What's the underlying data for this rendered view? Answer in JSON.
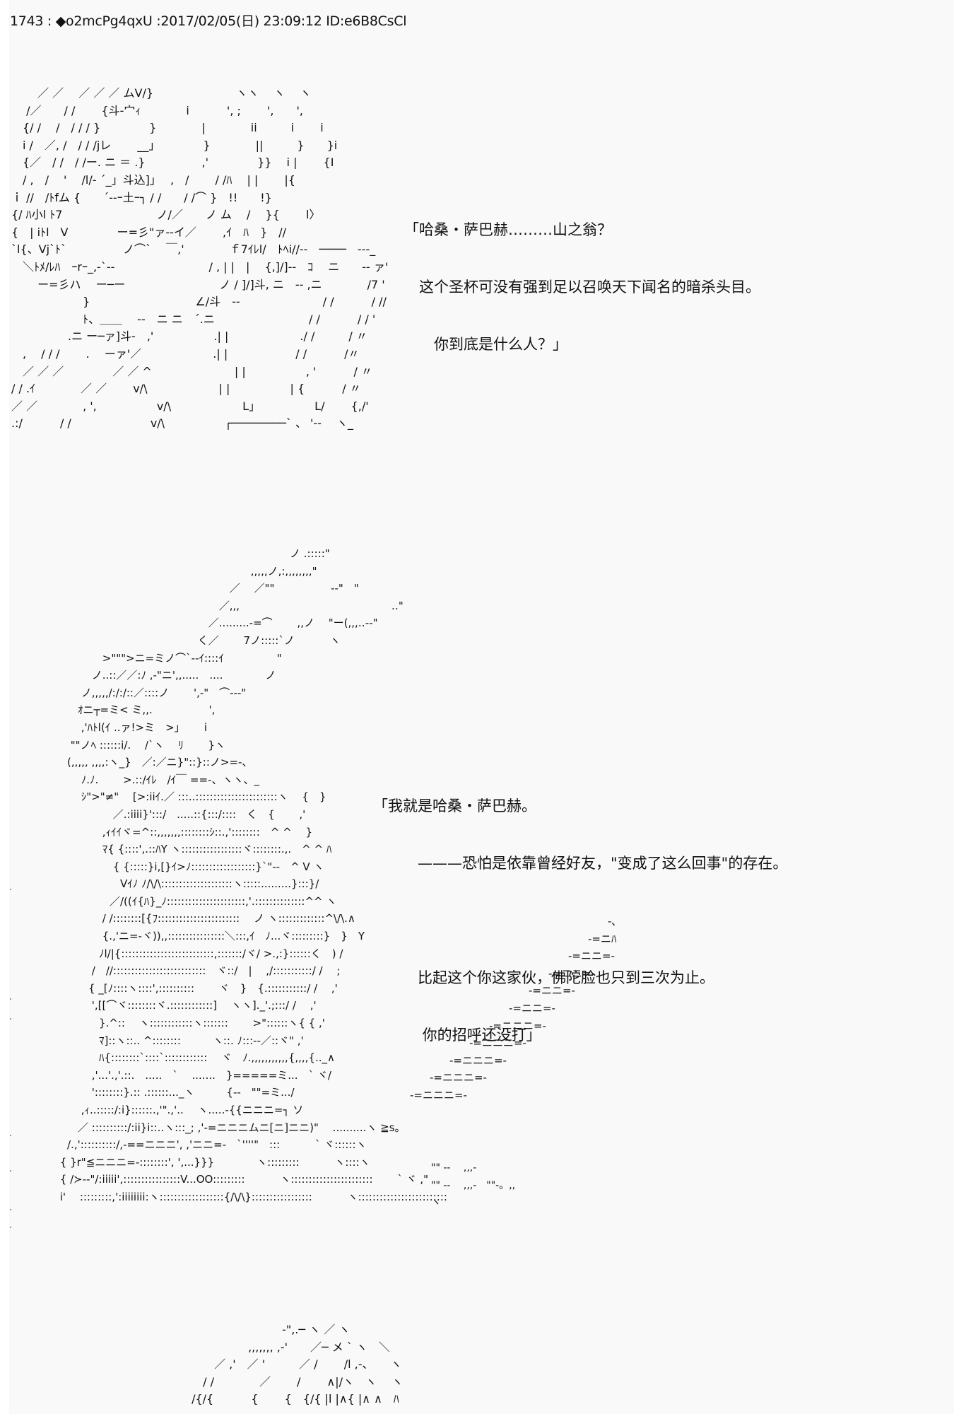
{
  "post": {
    "header": "1743 : ◆o2mcPg4qxU :2017/02/05(日) 23:09:12 ID:e6B8CsCl",
    "number": "1743",
    "trip": "◆o2mcPg4qxU",
    "date": "2017/02/05(日)",
    "time": "23:09:12",
    "id": "ID:e6B8CsCl"
  },
  "scene1": {
    "art_lines": [
      "　　 ／ ／　 ／ ／ ／ ムV/}　　　　　　　 ヽヽ　 ヽ　 ヽ",
      "　 /／　　/ /　　 {斗-宀ｨ　　　　i　　　 ', ;　　 ',　　',",
      "　{/ / 　/　/ / / }　　　　 }　　　　|　　　　ii　　　i　　 i",
      "　i /　／, /　/ / /jレ　　 __」　　　　 }　　　　||　　　}　　}i",
      "　{／　/ /　/ /ー. ニ ＝ .}　　　　　,'　　　　 }}　 i |　　 {I",
      "　/ ,　/　 '　 /l/- ´_」斗込]」　 ,　/　　 / /ﾊ　 | |　　 |{",
      "ｉ //　/ﾄfム {　　´--ｰ土ｰ┐ / /　　/ /⌒ }　!!　　!}",
      "{/ ﾊ小l ﾄ7　　　　　　　　 ノ/／　　ノ ム　 /　 }{　　 l〉",
      "{　| iﾄl　V　　　　 ー=彡\"ァ--イ／　　 ,ｲ　ﾊ　}　//",
      "`l{、Vj`ﾄ`　　　　　ノ⌒`　 ￣,'　　　　ｆ7ｲﾚl/　ﾄﾍi//--　────　---_",
      "　＼ﾄﾒ/ﾚﾊ　ｰrｰ_,-`--　　　　　　　　 / , | |　|　 {,]/]--　ｺ　 ニ　　-- ァ'",
      "　　 ー=彡ハ　 ー─ー　　　　　　　　 ノ / ]/]斗, ニ　-- ,ニ　　　　/7 '",
      "　　　　　　 }　　　　　　　　　 ∠/斗　--　　　　　　　 / /　　　 / //",
      "　　　　　　 ﾄ、＿＿　 --　ニ ニ　´.ニ　　　　　　　　 / /　　　 / / '",
      "　　　　　.ニ ー─ァ]斗-　,'　　　　　 .| |　　　　　　 ./ /　　　/ 〃",
      "　,　 / / /　　 .　 ーァ'／　　　　　　 .| |　　　　　　/ /　　　 /〃",
      "　／ ／ ／　　　　 ／ ／ ^　　　　　　　 | |　　　　　 , '　　　 / 〃",
      "/ / .ｲ　　　　／ ／　　 v/\\　　　　　　 | |　　　　　 | {　　　 / 〃",
      "／ ／　　　　, ',　　　　　 v/\\　　　　　　 L」　　　　　 L/　　 {,/'",
      ".:/　　　 / /　　　　　　　v/\\　　　　　 ┌────────` 、 '--　 ヽ_"
    ],
    "dialogue": [
      "「哈桑・萨巴赫………山之翁？",
      "　这个圣杯可没有强到足以召唤天下闻名的暗杀头目。",
      "　　你到底是什么人？」"
    ]
  },
  "scene2": {
    "art_lines": [
      "　　　　　　　　　　　　　　　　　　　　　　　　ノ .:::::\"",
      "　　　　　　　　　　　　　　　　　　　　 ,,,,,ノ,:,,,,,,,,\"",
      "　　　　　　　　　　　　　　　　　　 ／　 ／\"\"　　　　　 --\"　\"",
      "　　　　　　　　　　　　　　　　　 ／,,,　　　　　　　　　　　　　　 ‥\"",
      "　　　　　　　　　　　　　　　　 ／.........-=⌒　　 ,,ノ　 \"ー(,,,‥--\"",
      "　　　　　　　　　　　　　　　 く／　　 7ノ:::::`ノ　　　 ヽ",
      "　　　　　　 >\"\"\">ニ=ミノ⌒`--ｲ::::ｲ　　　　　\"",
      "　　　　　 ノ..::／／:ﾉ ,-\"ニ',,.....　....　　　　ノ",
      "　　　　 ノ,,,,,/:/:/::／::::ノ　　 ',-\"　⌒---\"",
      "　　　　ｵニ┬=ミ< ミ,,.　　　　　 ',",
      "　　　　 ,'ﾊﾄl(ｲ ..ァ!>ミ　>」　　 i",
      "　　　 \"\"ノﾍ ::::::i/.　 /`ヽ　 ﾘ　　 }ヽ",
      "　　　(,,,,, ,,,,:ヽ_}　／:／ニ}\"::}::ノ>=-、",
      "　　　　 ﾉ.ﾉ.　　 >.::/ｲﾚ　/ｲ￣ ==-、ヽヽ、_",
      "　　　　 ｼ\">\"≠\"　 [>:iiｲ.／ :::..:::::::::::::::::::::::ヽ　 {　}",
      "　　　　　　　 ／.:iiii}':::/　.....::{:::/::::　く　{　　 ,'",
      "　　　　　　 ,ｨｲｲヾ=^::,,,,,,,::::::::ｼ::.,'::::::::　^ ^　 }",
      "　　　　　　 ﾏ{ {::::',.::ﾊY ヽ:::::::::::::::::ヾ::::::::.,.　^ ^ ﾊ",
      "　　　　　　　 { {:::::}i,[}ｲ>ﾉ::::::::::::::::::}`\"--　^ V ヽ",
      "　　　　　　　　Vｲﾉ ﾉ/\\/\\::::::::::::::::::::ヽ:::::.........}:::}/",
      "　　　　　　　／/((ｲ{ﾊ}_ﾉ::::::::::::::::::::::,'.::::::::::::::^^ ヽ",
      "　　　　　　 / /::::::::[{ﾌ:::::::::::::::::::::::　 ノ ヽ:::::::::::::^\\/\\.∧",
      "　　　　　　 {.,'ニ=-ヾ)),,::::::::::::::::＼:::,ｲ　ﾉ...ヾ:::::::::}　}　Y",
      "　　　　　　ﾉl/|{::::::::::::::::::::::::::,:::::::/ヾ/ >.,:}::::::く　) /",
      "　　　　　 /　//::::::::::::::::::::::::::　ヾ::/　|　 ,/:::::::::::/ /　 ;",
      "　　　　　{ _[ﾉ::::ヽ::::',::::::::::　　 ヾ　}　{.:::::::::::/ /　 ,'",
      "　　　　　 ',[[⌒ヾ::::::::ヾ.::::::::::::]　 ヽヽ]._'.;:::/ /　 ,'",
      "　　　　　　}.^::　 ヽ::::::::::::ヽ:::::::　　 >\"::::::ヽ{ { ,'",
      "　　　　　　ﾏ]::ヽ::.. ^::::::::　　　ヽ::. ﾉ:::--／::ヾ\" ,'",
      "　　　　　　ﾊ{::::::::`::::`::::::::::::　 ヾ　ﾉ.,,,,,,,,,,,{,,,,{.._∧",
      "　　　　　 ,'...'.,'.::.　.....　`　 .......　}=====ミ...　` ヾ/",
      "　　　　　 '::::::::}.:: .::::::..._ヽ　　　{--　\"\"=ミ.../",
      "　　　　 ,ｨ..:::::/:i}::::::.,'\".,'..　 ヽ.....-{{ニニニ=┐ ソ",
      "　　　　／ ::::::::::/:ii}i::..ヽ:::_; ,'-=ニニニムニ[ニ]ニニ)\"　 ..........ヽ ≧s。",
      "　　　/.,'::::::::::/,-==ニニニ', ,'ニニ=-　`''''\"　:::　　　 ` ヾ::::::ヽ",
      "　　 { }r\"≦ニニニ=-::::::::', ',...}}}　　　　ヽ:::::::::　　　 ヽ::::ヽ",
      "　　 { /≻--\"/:iiiii',::::::::::::::::V...OO:::::::::　　　 ヽ:::::::::::::::::::::::　　 ` ヾ ,\"",
      "　　 i'　 :::::::::,':iiiiiiii:ヽ::::::::::::::::::{/\\/\\}:::::::::::::::::　　　 ヽ:::::::::::::::::::::::::"
    ],
    "right_art_lines": [
      "-､",
      "-=ニﾊ",
      "-=ニニ=-",
      "-=ニニ=-",
      "-=ニニ=-",
      "-=ニニ=-",
      "-=ニニニ=-",
      "-=ニニニ=-",
      "-=ニニニ=-",
      "-=ニニニ=-",
      "-=ニニニ=-"
    ],
    "trail_lines": [
      "\"\" --　 ,,,-",
      "\"\" --　 ,,,-　\"\"-。,,",
      "ヽ"
    ],
    "dialogue": [
      "「我就是哈桑・萨巴赫。",
      "　　　———恐怕是依靠曾经好友，\"变成了这么回事\"的存在。",
      "",
      "　　　比起这个你这家伙，佛陀脸也只到三次为止。",
      "　　　 你的招呼还没打」"
    ]
  },
  "scene3": {
    "art_lines": [
      "　　　　　　　　　 -\",.─ ヽ ／ ヽ",
      "　　　　　　 ,,,,,,, ,-'　　／─ メ ` ヽ　＼",
      "　　　 ／ ,'　／ '　　　／ /　　 /l ,-、　　ヽ",
      "　　 / /　　　　／　　 /　　 ∧|/ヽ　ヽ　 ヽ",
      "　 /{/{　　　 {　　 {　{/{ |l |∧{ |∧ ∧　ﾊ"
    ]
  },
  "colors": {
    "page_background": "#f9f9f9",
    "outer_background": "#ffffff",
    "text": "#111111"
  }
}
